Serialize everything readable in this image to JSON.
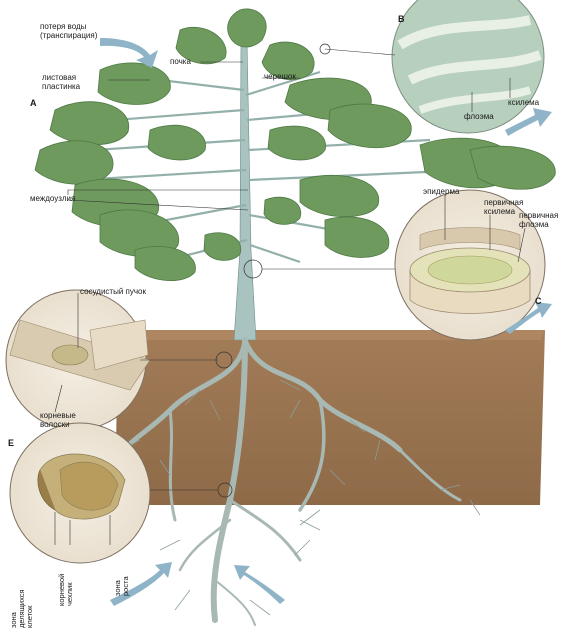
{
  "figure_letters": {
    "a": "A",
    "b": "B",
    "c": "C",
    "e": "E"
  },
  "labels": {
    "water_loss": "потеря воды\n(транспирация)",
    "leaf_blade": "листовая\nпластинка",
    "bud": "почка",
    "petiole": "черешок",
    "internodes": "междоузлия",
    "phloem": "флоэма",
    "xylem": "ксилема",
    "epidermis": "эпидерма",
    "primary_xylem": "первичная\nксилема",
    "primary_phloem": "первичная\nфлоэма",
    "vascular_bundle": "сосудистый пучок",
    "root_hairs": "корневые\nволоски",
    "root_cap": "корневой\nчехлик",
    "growth_zone": "зона\nроста",
    "dividing_zone": "зона\nделящихся\nклеток"
  },
  "colors": {
    "leaf": "#6f9a5e",
    "leaf_dark": "#4e7a44",
    "stem": "#a9c3c0",
    "soil": "#9c7652",
    "root": "#a8b9b4",
    "arrow": "#8fb4c8",
    "inset_bg": "#f3eadb"
  }
}
